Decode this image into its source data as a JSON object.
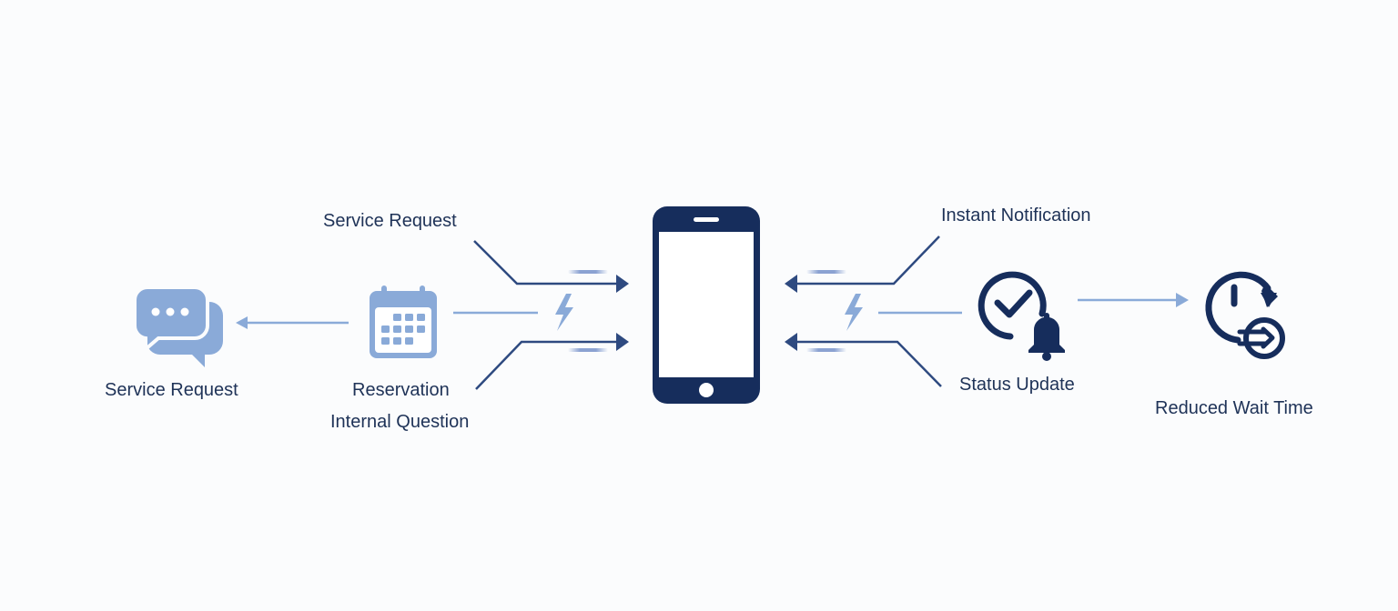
{
  "colors": {
    "navy": "#162d5c",
    "line_dark": "#2e4a80",
    "light_blue": "#8aaad8",
    "text": "#1e3257",
    "background": "#fbfcfd"
  },
  "nodes": {
    "chat": {
      "icon": "chat-bubbles-icon",
      "label": "Service Request"
    },
    "calendar": {
      "icon": "calendar-icon",
      "labels": [
        "Reservation",
        "Internal Question"
      ]
    },
    "phone": {
      "icon": "smartphone-icon"
    },
    "notify": {
      "icon": "check-bell-icon"
    },
    "clock": {
      "icon": "clock-fast-forward-icon",
      "label": "Reduced Wait Time"
    }
  },
  "branch_labels": {
    "left_top": "Service Request",
    "right_top": "Instant Notification",
    "right_bottom": "Status Update"
  },
  "connectors": {
    "left_lightning": "lightning-icon",
    "right_lightning": "lightning-icon"
  }
}
